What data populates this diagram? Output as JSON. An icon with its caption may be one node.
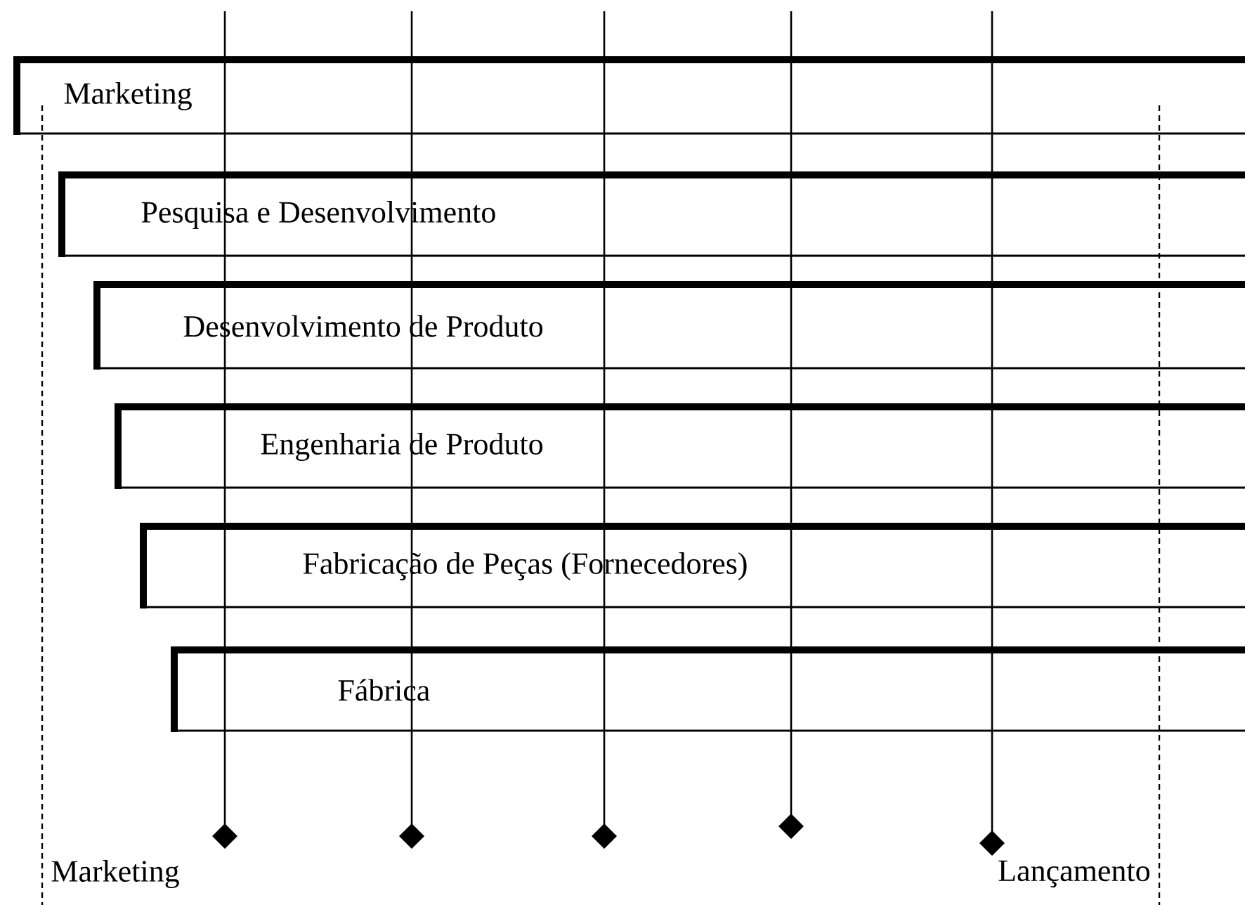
{
  "diagram": {
    "nodes": [
      {
        "text": [
          "Marketing"
        ]
      },
      {
        "text": [
          "Pesquisa e Desenvolvimento"
        ]
      },
      {
        "text": [
          "Desenvolvimento de Produto"
        ]
      },
      {
        "text": [
          "Engenharia de Produto"
        ]
      },
      {
        "text": [
          "Fabricação de Peças (Fornecedores)"
        ]
      },
      {
        "text": [
          "Fábrica"
        ]
      }
    ],
    "labels": [
      "Marketing",
      "Lançamento"
    ]
  }
}
